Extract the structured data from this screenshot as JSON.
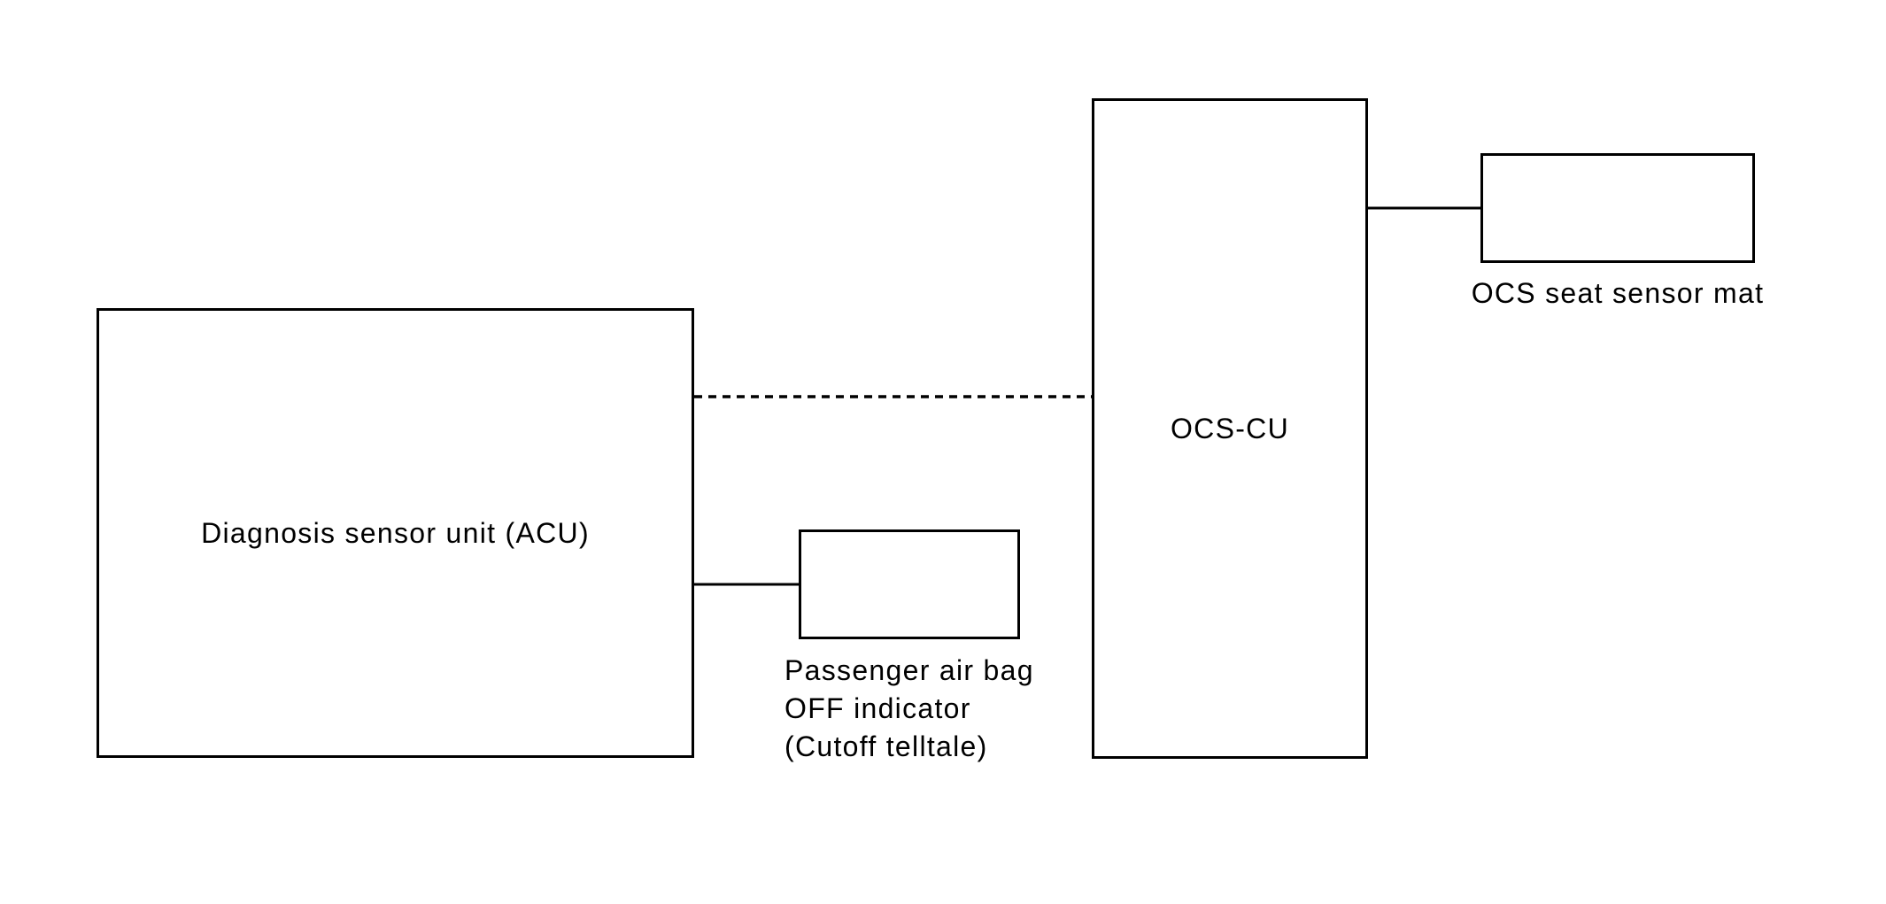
{
  "diagram": {
    "type": "block-diagram",
    "background_color": "#ffffff",
    "line_color": "#000000",
    "text_color": "#000000",
    "nodes": {
      "acu": {
        "label": "Diagnosis sensor unit (ACU)",
        "shape": "rect",
        "label_position": "inside"
      },
      "ocs_cu": {
        "label": "OCS-CU",
        "shape": "rect",
        "label_position": "inside"
      },
      "seat_sensor_mat": {
        "label": "OCS seat sensor mat",
        "shape": "rect",
        "label_position": "below"
      },
      "passenger_indicator": {
        "label_lines": [
          "Passenger air bag",
          "OFF indicator",
          "(Cutoff telltale)"
        ],
        "shape": "rect",
        "label_position": "below"
      }
    },
    "connections": [
      {
        "from": "acu",
        "to": "ocs_cu",
        "style": "dashed"
      },
      {
        "from": "acu",
        "to": "passenger_indicator",
        "style": "solid"
      },
      {
        "from": "ocs_cu",
        "to": "seat_sensor_mat",
        "style": "solid"
      }
    ]
  }
}
